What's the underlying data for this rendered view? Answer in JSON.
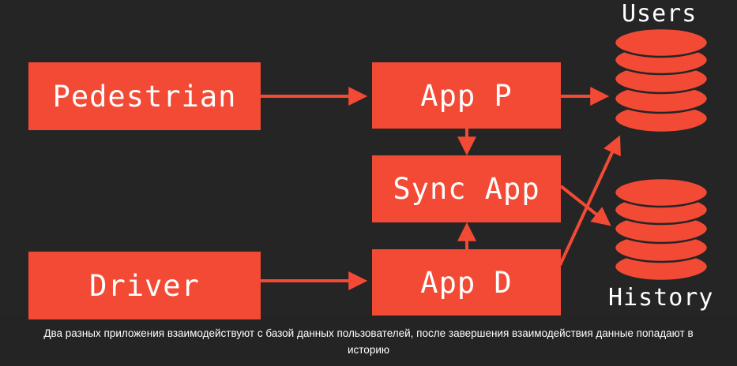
{
  "diagram": {
    "nodes": {
      "pedestrian": "Pedestrian",
      "driver": "Driver",
      "app_p": "App P",
      "sync_app": "Sync App",
      "app_d": "App D"
    },
    "databases": {
      "users": "Users",
      "history": "History"
    },
    "colors": {
      "accent": "#f24a35",
      "background": "#252525",
      "text": "#ffffff"
    }
  },
  "caption": "Два разных приложения взаимодействуют с базой данных пользователей, после завершения взаимодействия данные попадают в историю"
}
